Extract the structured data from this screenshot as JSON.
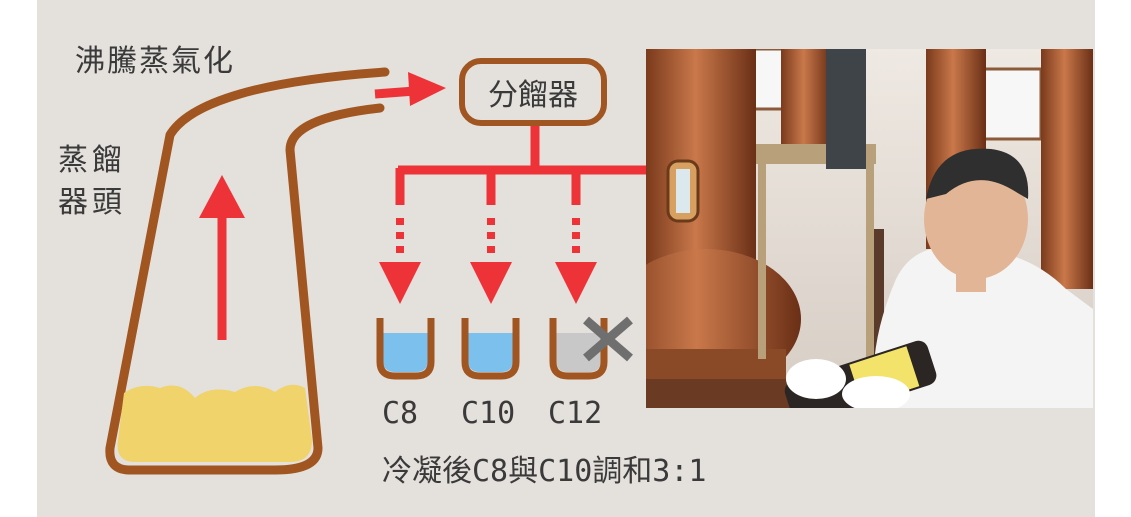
{
  "labels": {
    "boiling_vaporization": "沸騰蒸氣化",
    "still_head": "蒸餾器頭",
    "fractionator": "分餾器",
    "c8": "C8",
    "c10": "C10",
    "c12": "C12",
    "blend_note": "冷凝後C8與C10調和3:1"
  },
  "colors": {
    "background": "#e4e0dc",
    "outline_brown": "#a15520",
    "arrow_red": "#ee3338",
    "liquid_yellow": "#f0d36a",
    "fraction_blue": "#7cc0ee",
    "discarded_gray": "#c8c8c8",
    "copper": "#b8653a"
  },
  "fractions": [
    {
      "name": "C8",
      "status": "kept"
    },
    {
      "name": "C10",
      "status": "kept"
    },
    {
      "name": "C12",
      "status": "discarded"
    }
  ],
  "photo": {
    "subject": "copper pot stills with man holding bottle"
  }
}
